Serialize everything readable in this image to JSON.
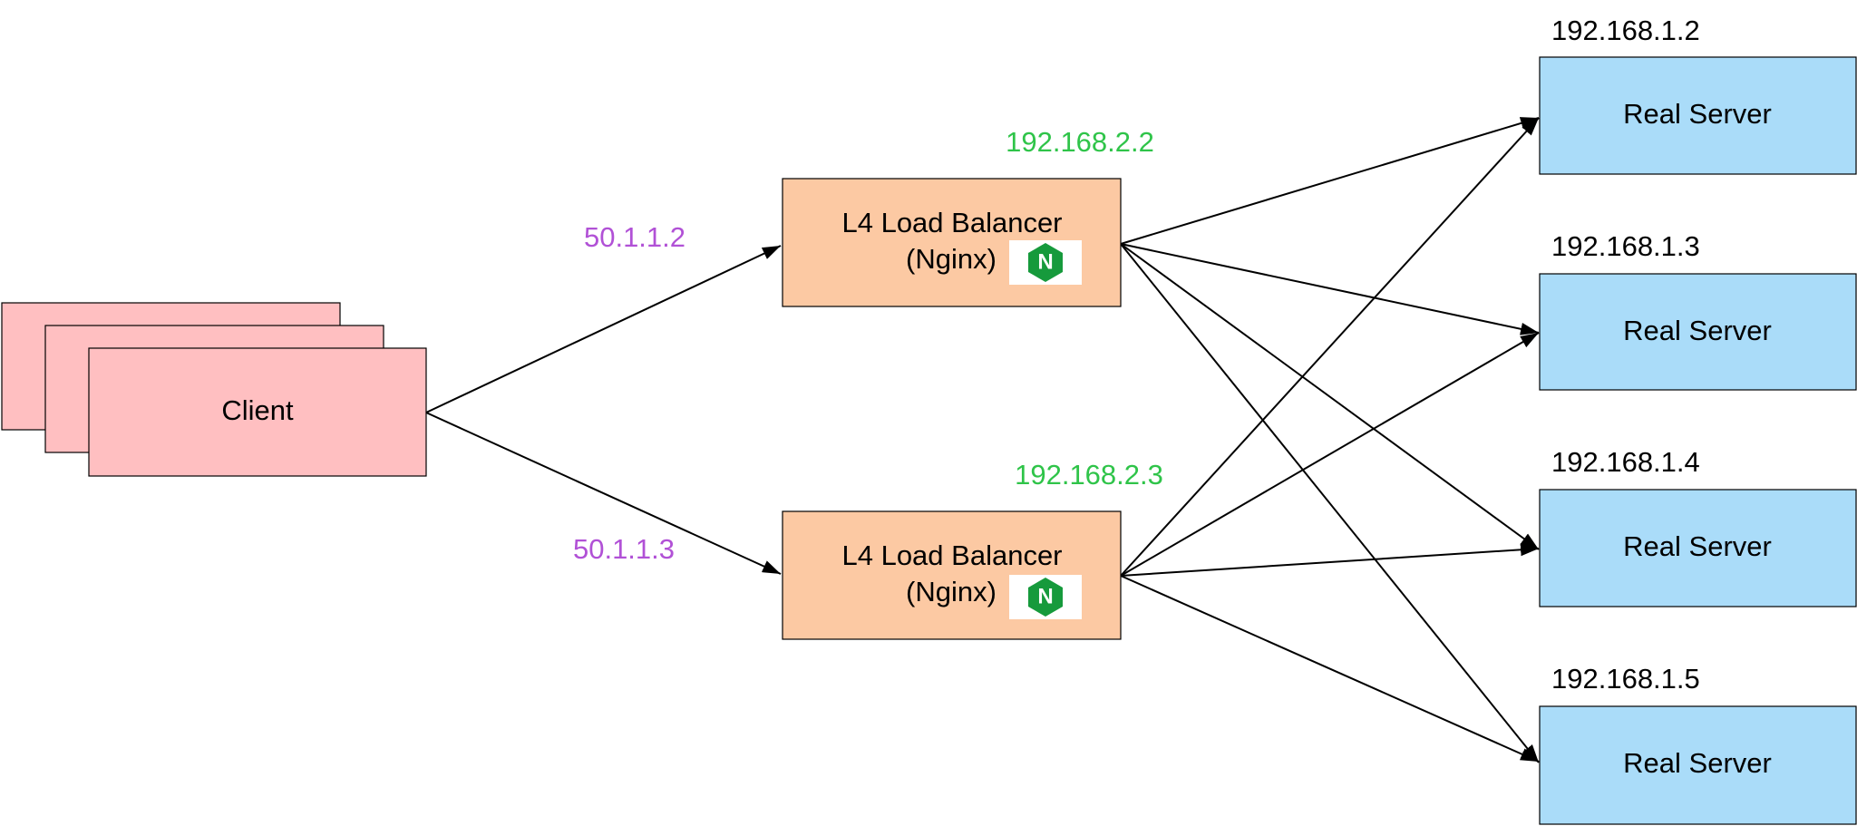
{
  "colors": {
    "client_fill": "#ffbfc1",
    "lb_fill": "#fcc9a3",
    "server_fill": "#aadcf9",
    "public_ip": "#b151d6",
    "lb_ip": "#2fc449",
    "server_ip": "#000000",
    "nginx_green": "#169a3c",
    "stroke": "#000000"
  },
  "client": {
    "label": "Client"
  },
  "public_ips": [
    "50.1.1.2",
    "50.1.1.3"
  ],
  "load_balancers": [
    {
      "ip": "192.168.2.2",
      "title": "L4 Load Balancer",
      "subtitle": "(Nginx)",
      "logo_letter": "N",
      "logo_icon": "nginx-logo-icon"
    },
    {
      "ip": "192.168.2.3",
      "title": "L4 Load Balancer",
      "subtitle": "(Nginx)",
      "logo_letter": "N",
      "logo_icon": "nginx-logo-icon"
    }
  ],
  "servers": [
    {
      "ip": "192.168.1.2",
      "label": "Real Server"
    },
    {
      "ip": "192.168.1.3",
      "label": "Real Server"
    },
    {
      "ip": "192.168.1.4",
      "label": "Real Server"
    },
    {
      "ip": "192.168.1.5",
      "label": "Real Server"
    }
  ]
}
